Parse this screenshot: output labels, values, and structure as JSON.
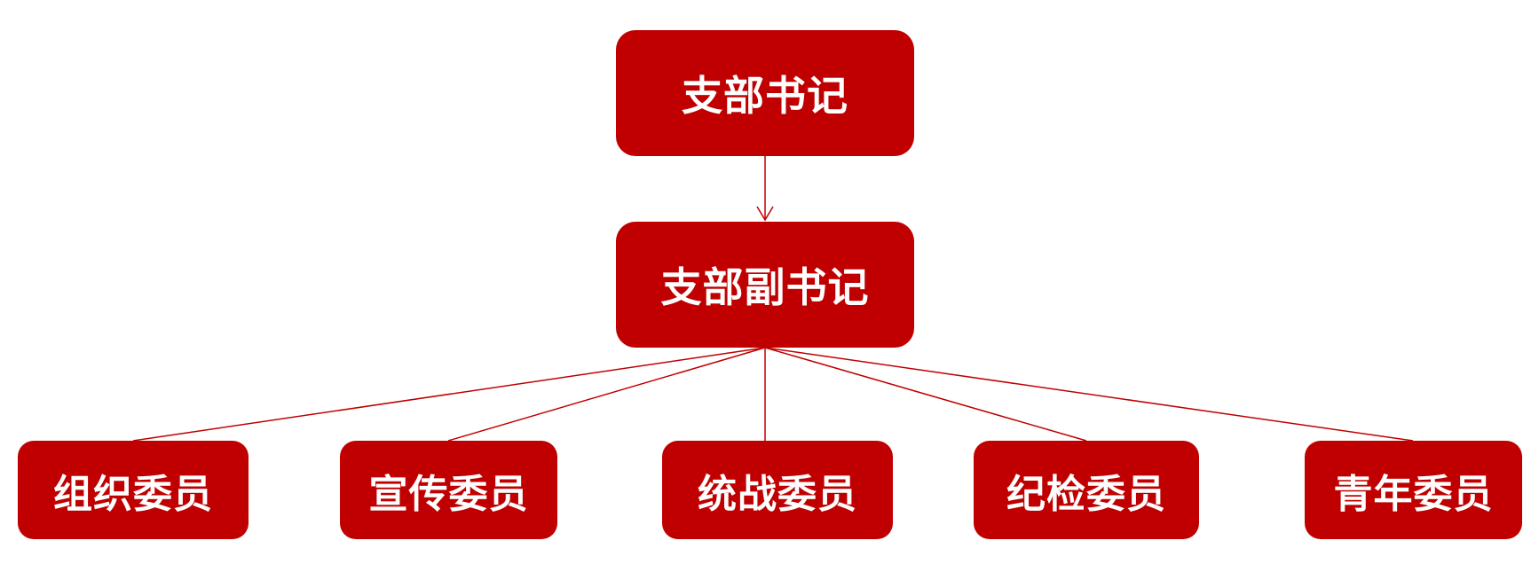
{
  "diagram": {
    "line_color": "#c00000",
    "node_color": "#c00000",
    "text_color": "#ffffff",
    "root": {
      "label": "支部书记"
    },
    "deputy": {
      "label": "支部副书记"
    },
    "members": [
      {
        "label": "组织委员"
      },
      {
        "label": "宣传委员"
      },
      {
        "label": "统战委员"
      },
      {
        "label": "纪检委员"
      },
      {
        "label": "青年委员"
      }
    ]
  }
}
